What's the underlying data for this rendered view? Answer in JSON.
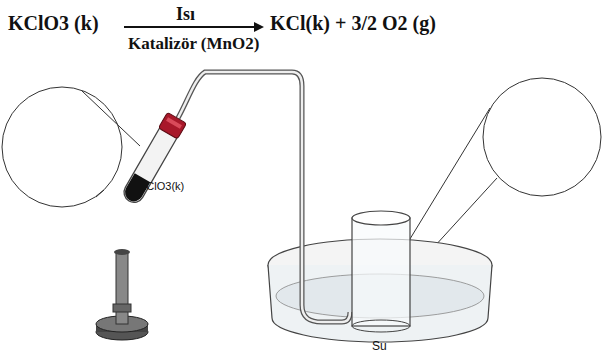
{
  "diagram": {
    "labels": [
      "KClO3 (k)",
      "Isı",
      "Katalizör (MnO2)",
      "KCl(k) + 3/2 O2 (g)",
      "←KClO3(k)",
      "Su"
    ]
  }
}
